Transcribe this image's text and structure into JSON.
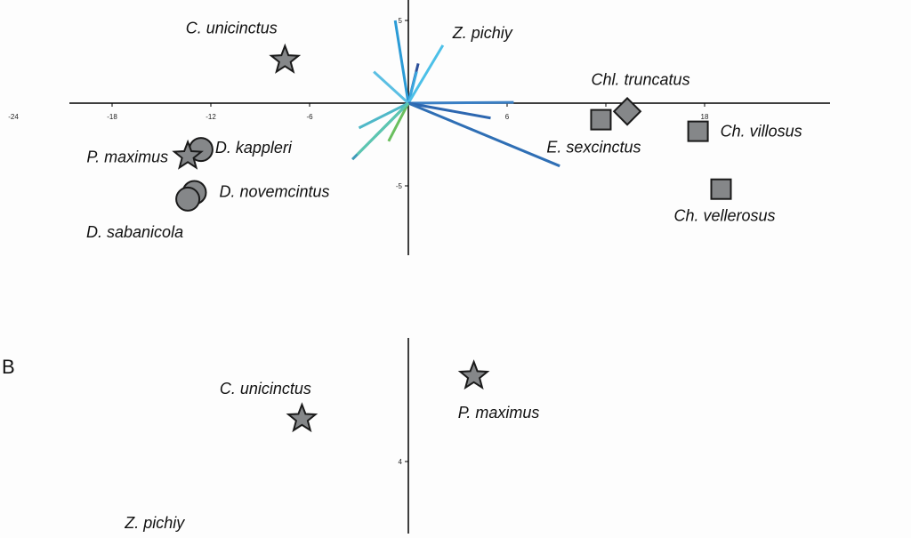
{
  "panel_b": {
    "letter": "B"
  },
  "colors": {
    "marker_fill": "#858789",
    "marker_stroke": "#1a1a1a",
    "axis": "#000000"
  },
  "chart_data": [
    {
      "type": "scatter",
      "panel": "A",
      "x_tick_labels": [
        "-24",
        "-18",
        "-12",
        "-6",
        "6",
        "18"
      ],
      "y_tick_labels": [
        "5",
        "-5"
      ],
      "y_ticks": [
        5,
        -5
      ],
      "x_ticks_drawn": [
        -18,
        -12,
        -6,
        6,
        12,
        18
      ],
      "points": [
        {
          "label": "C. unicinctus",
          "x": -7.5,
          "y": 2.6,
          "marker": "star"
        },
        {
          "label": "D. kappleri",
          "x": -12.6,
          "y": -2.8,
          "marker": "circle"
        },
        {
          "label": "P. maximus",
          "x": -13.4,
          "y": -3.2,
          "marker": "star"
        },
        {
          "label": "D. novemcintus",
          "x": -13.0,
          "y": -5.4,
          "marker": "circle"
        },
        {
          "label": "D. sabanicola",
          "x": -13.4,
          "y": -5.8,
          "marker": "circle"
        },
        {
          "label": "Chl. truncatus",
          "x": 13.3,
          "y": -0.5,
          "marker": "diamond"
        },
        {
          "label": "E. sexcinctus",
          "x": 11.7,
          "y": -1.0,
          "marker": "square"
        },
        {
          "label": "Ch. villosus",
          "x": 17.6,
          "y": -1.7,
          "marker": "square"
        },
        {
          "label": "Ch. vellerosus",
          "x": 19.0,
          "y": -5.2,
          "marker": "square"
        }
      ],
      "clipped_labels": [
        {
          "label": "Z. pichiy",
          "x": 4.5,
          "y": 5.6
        }
      ],
      "loading_vectors": [
        {
          "x": -0.8,
          "y": 5.0,
          "color": "#2b9bd6"
        },
        {
          "x": 0.6,
          "y": 2.4,
          "color": "#2c4f9a"
        },
        {
          "x": 0.5,
          "y": 1.9,
          "color": "#3aa6de"
        },
        {
          "x": 2.1,
          "y": 3.5,
          "color": "#4cc0e8"
        },
        {
          "x": -2.1,
          "y": 1.9,
          "color": "#5bbfe3"
        },
        {
          "x": 6.4,
          "y": 0.05,
          "color": "#3a7fc4"
        },
        {
          "x": 5.0,
          "y": -0.9,
          "color": "#2d67b0"
        },
        {
          "x": 9.2,
          "y": -3.8,
          "color": "#2f6fb5"
        },
        {
          "x": -3.0,
          "y": -1.5,
          "color": "#4fb8c8"
        },
        {
          "x": -2.0,
          "y": -2.0,
          "color": "#55c09a"
        },
        {
          "x": -1.2,
          "y": -2.3,
          "color": "#6abf5e"
        },
        {
          "x": -3.4,
          "y": -3.4,
          "color": "#3f9bb8"
        },
        {
          "x": -3.1,
          "y": -3.1,
          "color": "#5cc6b0"
        }
      ]
    },
    {
      "type": "scatter",
      "panel": "B",
      "y_tick_labels": [
        "4"
      ],
      "y_ticks": [
        4
      ],
      "points": [
        {
          "label": "P. maximus",
          "x": 0.8,
          "y": 7.4,
          "marker": "star"
        },
        {
          "label": "C. unicinctus",
          "x": -1.3,
          "y": 5.7,
          "marker": "star"
        }
      ],
      "clipped_labels": [
        {
          "label": "Z. pichiy",
          "x": -3.1,
          "y": 2.4
        }
      ]
    }
  ]
}
